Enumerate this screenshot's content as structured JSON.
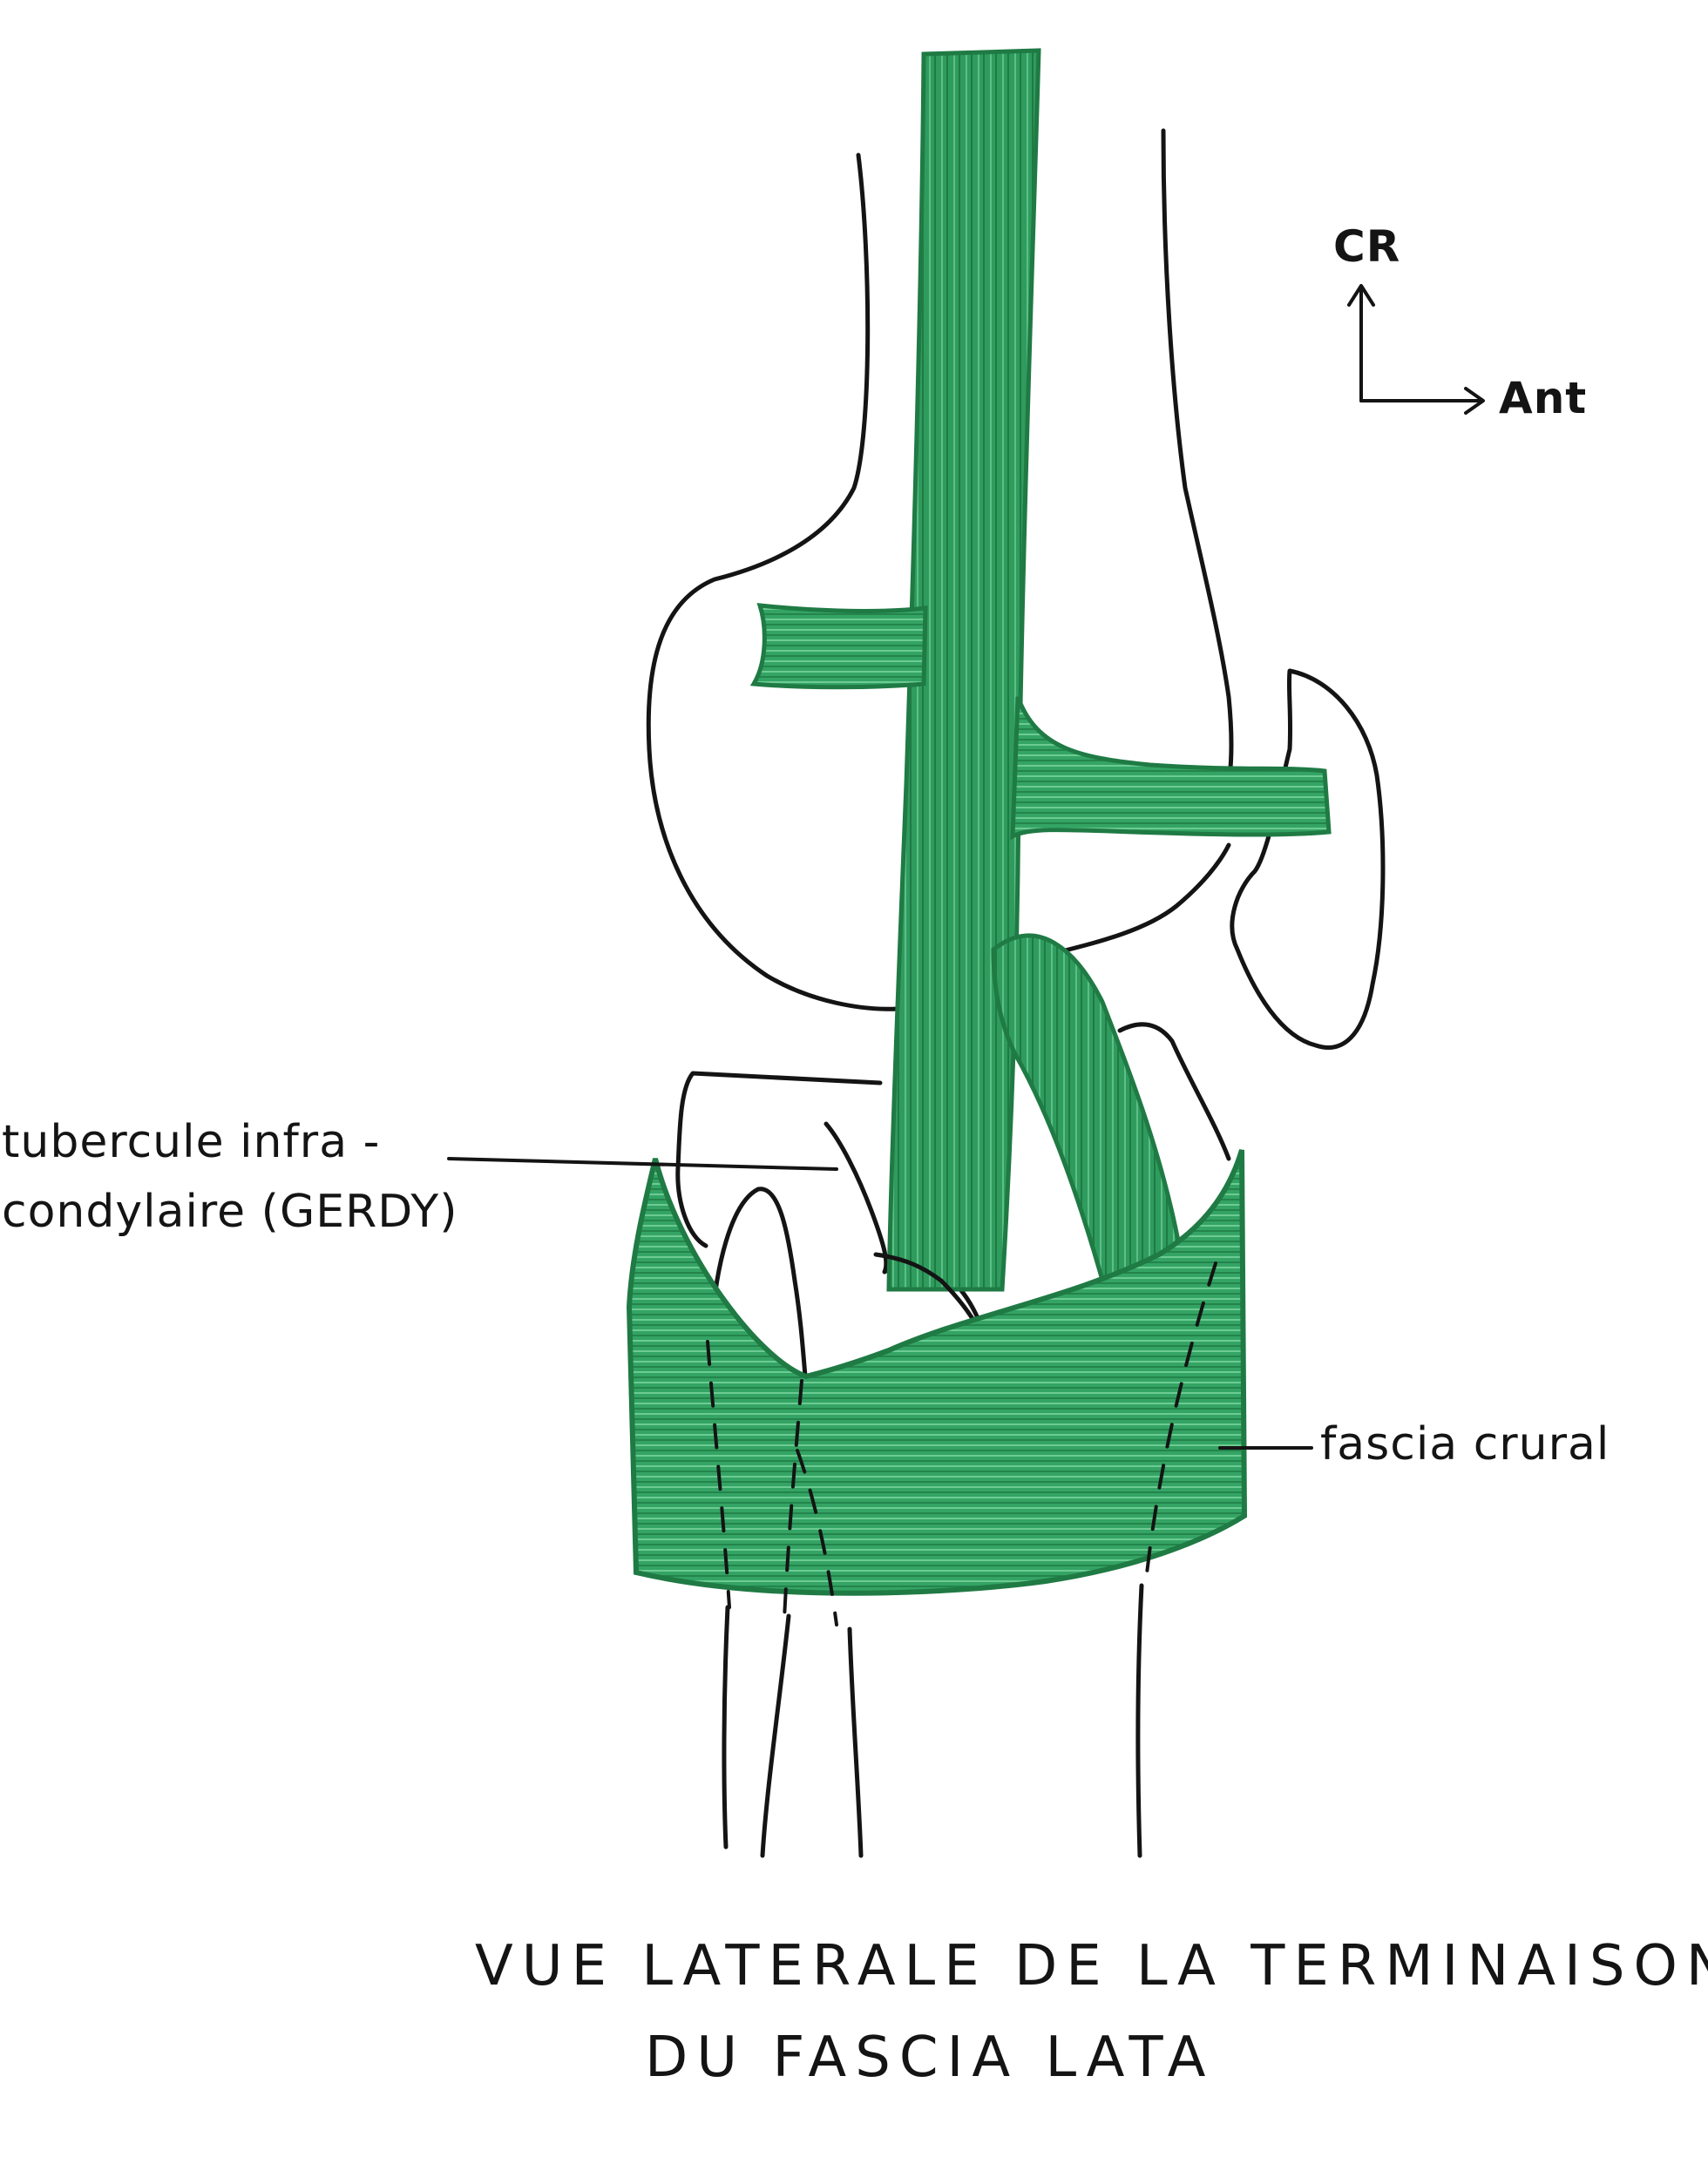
{
  "labels": {
    "tubercle_line1": "tubercule infra -",
    "tubercle_line2": "condylaire (GERDY)",
    "fascia_cruris": "fascia crural"
  },
  "orientation": {
    "cranial": "CR",
    "anterior": "Ant"
  },
  "title": {
    "line1": "VUE LATERALE DE LA TERMINAISON",
    "line2": "DU FASCIA LATA"
  },
  "colors": {
    "ink": "#141414",
    "band_fill": "#2f9c5e",
    "band_stroke": "#1f7a44",
    "band_light": "#5cbf86"
  }
}
